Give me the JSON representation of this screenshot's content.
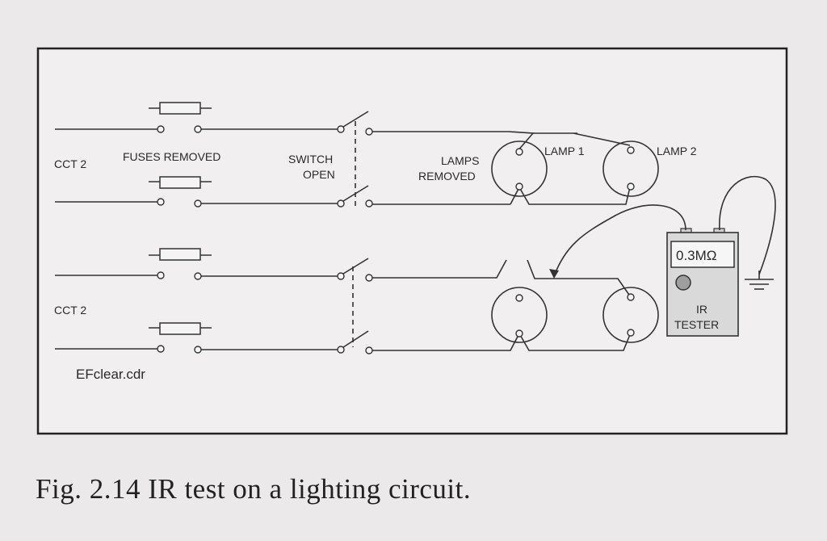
{
  "diagram": {
    "cct_upper": "CCT 2",
    "cct_lower": "CCT 2",
    "fuses": "FUSES REMOVED",
    "switch_line1": "SWITCH",
    "switch_line2": "OPEN",
    "lamps_line1": "LAMPS",
    "lamps_line2": "REMOVED",
    "lamp1": "LAMP 1",
    "lamp2": "LAMP 2",
    "reading": "0.3MΩ",
    "tester_line1": "IR",
    "tester_line2": "TESTER",
    "filename": "EFclear.cdr"
  },
  "caption": "Fig. 2.14 IR test on a lighting circuit.",
  "colors": {
    "page": "#ece9ea",
    "ink": "#2a2a2a",
    "tester_body": "#d9d9d9"
  }
}
